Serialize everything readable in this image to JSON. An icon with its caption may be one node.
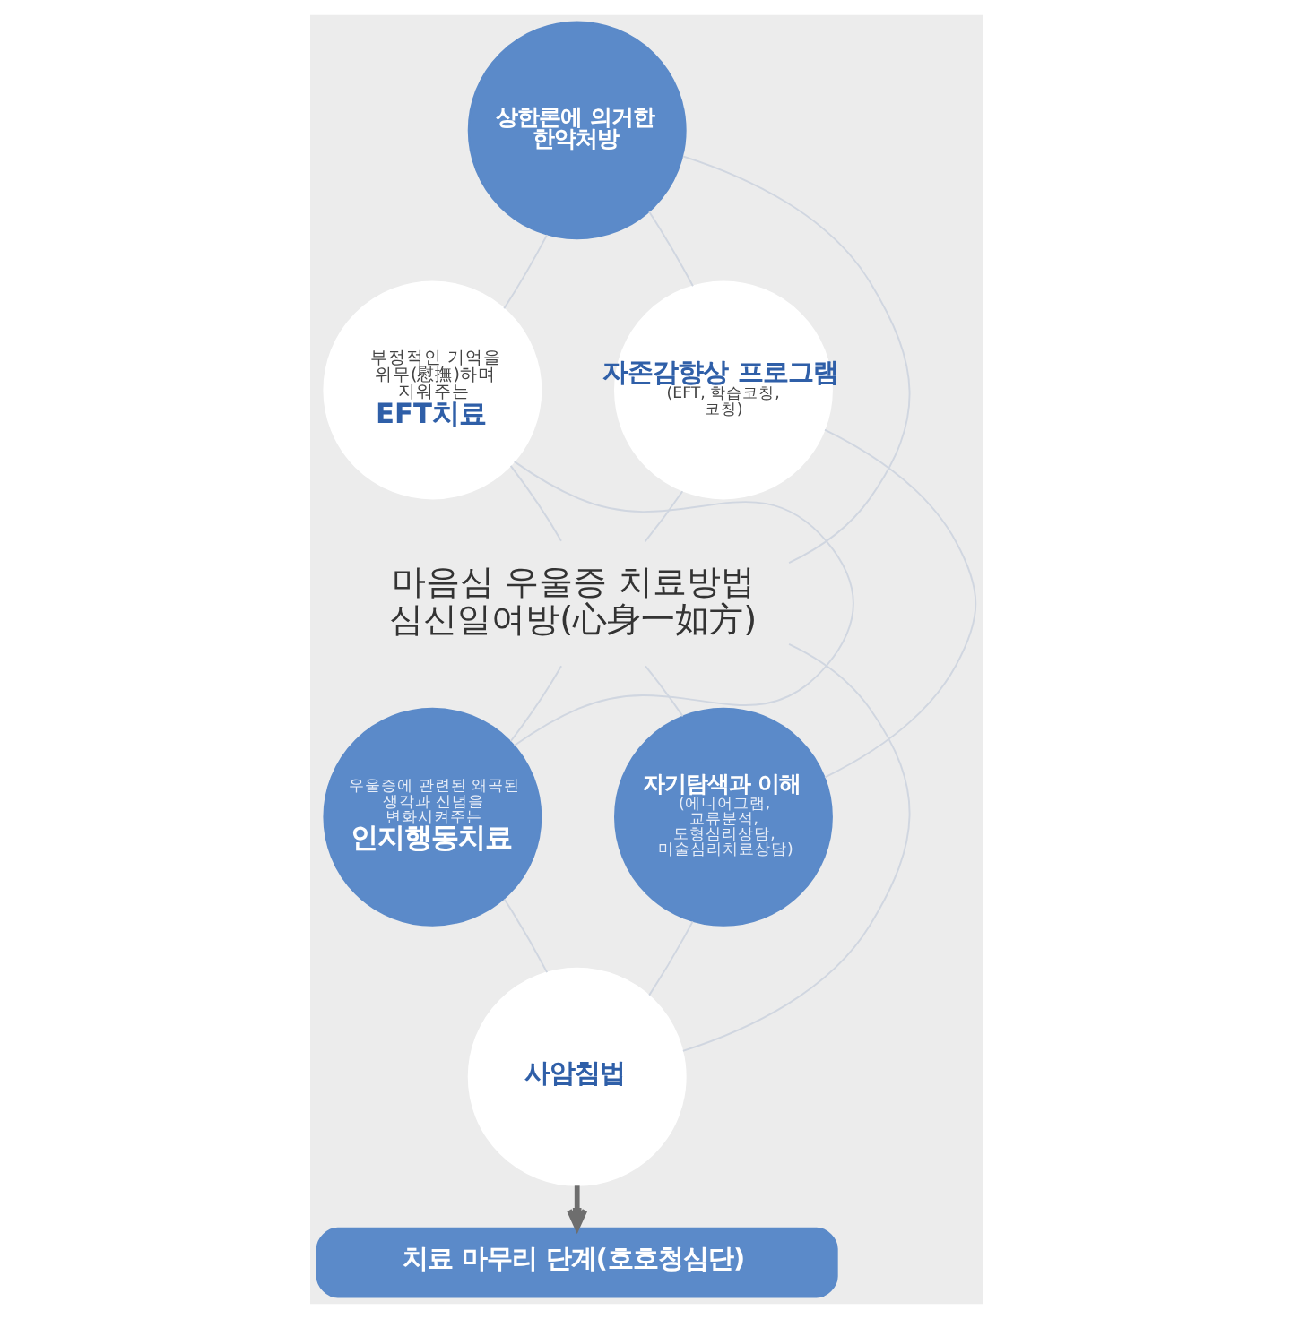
{
  "diagram": {
    "nodes": [
      {
        "text": [
          "상한론에 의거한 한약처방"
        ]
      },
      {
        "text": [
          "부정적인 기억을 위무(慰撫)하며 지워주는",
          "EFT치료"
        ]
      },
      {
        "text": [
          "자존감향상 프로그램",
          "(EFT, 학습코칭, 코칭)"
        ]
      },
      {
        "text": [
          "마음심 우울증 치료방법",
          "심신일여방(心身一如方)"
        ]
      },
      {
        "text": [
          "우울증에 관련된 왜곡된 생각과 신념을 변화시켜주는",
          "인지행동치료"
        ]
      },
      {
        "text": [
          "자기탐색과 이해",
          "(에니어그램, 교류분석, 도형심리상담, 미술심리치료상담)"
        ]
      },
      {
        "text": [
          "사암침법"
        ]
      },
      {
        "text": [
          "치료 마무리 단계(호호청심단)"
        ]
      }
    ],
    "edges": [
      {
        "from": 3,
        "to": 0,
        "arrow": "none",
        "color": "#d0d6e0"
      },
      {
        "from": 3,
        "to": 1,
        "arrow": "none",
        "color": "#d0d6e0"
      },
      {
        "from": 3,
        "to": 2,
        "arrow": "none",
        "color": "#d0d6e0"
      },
      {
        "from": 3,
        "to": 4,
        "arrow": "none",
        "color": "#d0d6e0"
      },
      {
        "from": 3,
        "to": 5,
        "arrow": "none",
        "color": "#d0d6e0"
      },
      {
        "from": 3,
        "to": 6,
        "arrow": "none",
        "color": "#d0d6e0"
      },
      {
        "from": 0,
        "to": 2,
        "arrow": "none",
        "color": "#d0d6e0"
      },
      {
        "from": 2,
        "to": 5,
        "arrow": "none",
        "color": "#d0d6e0"
      },
      {
        "from": 5,
        "to": 6,
        "arrow": "none",
        "color": "#d0d6e0"
      },
      {
        "from": 6,
        "to": 4,
        "arrow": "none",
        "color": "#d0d6e0"
      },
      {
        "from": 4,
        "to": 1,
        "arrow": "none",
        "color": "#d0d6e0"
      },
      {
        "from": 1,
        "to": 0,
        "arrow": "none",
        "color": "#d0d6e0"
      },
      {
        "from": 6,
        "to": 7,
        "arrow": "to",
        "style": "thick",
        "color": "#6e6e6e"
      }
    ]
  }
}
